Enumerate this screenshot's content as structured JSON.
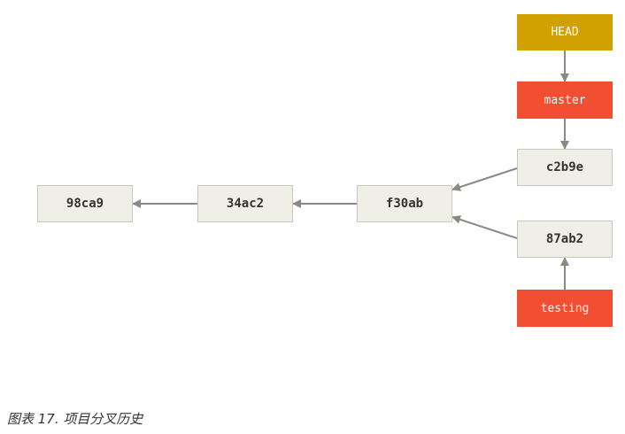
{
  "commits": {
    "c98ca9": "98ca9",
    "c34ac2": "34ac2",
    "cf30ab": "f30ab",
    "cc2b9e": "c2b9e",
    "c87ab2": "87ab2"
  },
  "refs": {
    "head": "HEAD",
    "master": "master",
    "testing": "testing"
  },
  "caption": "图表 17. 项目分叉历史",
  "colors": {
    "commit_fill": "#f0efe7",
    "commit_border": "#c9c8bf",
    "branch_fill": "#f14e32",
    "head_fill": "#d0a100",
    "arrow": "#8a8a84"
  }
}
